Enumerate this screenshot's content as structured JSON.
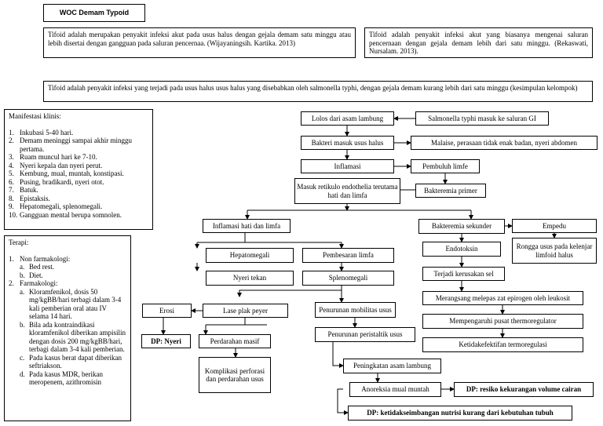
{
  "title": "WOC Demam Typoid",
  "definitions": {
    "def1": "Tifoid adalah merupakan penyakit infeksi akut pada usus halus  dengan gejala demam satu minggu atau lebih disertai dengan gangguan pada saluran pencernaa. (Wijayaningsih. Kartika. 2013)",
    "def2": "Tifoid adalah penyakit infeksi akut yang biasanya mengenai saluran pencernaan dengan gejala demam lebih dari satu minggu. (Rekaswati, Nursalam. 2013).",
    "conclusion": "Tifoid adalah penyakit infeksi yang terjadi pada usus halus  usus halus yang disebabkan oleh salmonella typhi,  dengan gejala demam kurang lebih dari satu minggu (kesimpulan kelompok)"
  },
  "manifestasi": {
    "heading": "Manifestasi klinis:",
    "items": [
      {
        "n": "1.",
        "t": "Inkubasi 5-40 hari."
      },
      {
        "n": "2.",
        "t": "Demam meninggi sampai akhir minggu pertama."
      },
      {
        "n": "3.",
        "t": "Ruam muncul hari ke 7-10."
      },
      {
        "n": "4.",
        "t": "Nyeri kepala dan nyeri perut."
      },
      {
        "n": "5.",
        "t": "Kembung, mual, muntah, konstipasi."
      },
      {
        "n": "6.",
        "t": "Pusing, bradikardi, nyeri otot."
      },
      {
        "n": "7.",
        "t": "Batuk."
      },
      {
        "n": "8.",
        "t": "Epistaksis."
      },
      {
        "n": "9.",
        "t": "Hepatomegali, splenomegali."
      },
      {
        "n": "10.",
        "t": "Gangguan mental berupa somnolen."
      }
    ]
  },
  "terapi": {
    "heading": "Terapi:",
    "n1": "1.",
    "non": "Non farmakologi:",
    "non_a_n": "a.",
    "non_a": "Bed rest.",
    "non_b_n": "b.",
    "non_b": "Diet.",
    "n2": "2.",
    "farm": "Farmakologi:",
    "fa_n": "a.",
    "fa": "Kloramfenikol, dosis 50 mg/kgBB/hari terbagi dalam 3-4 kali pemberian oral atau IV selama 14 hari.",
    "fb_n": "b.",
    "fb": "Bila ada kontraindikasi kloramfenikol diberikan ampisilin dengan dosis 200 mg/kgBB/hari, terbagi dalam 3-4 kali pemberian.",
    "fc_n": "c.",
    "fc": "Pada kasus berat dapat diberikan seftriakson.",
    "fd_n": "d.",
    "fd": "Pada kasus MDR, berikan meropenem, azithromisin"
  },
  "flow": {
    "salmonella": "Salmonella typhi masuk ke saluran GI",
    "lolos": "Lolos dari asam lambung",
    "bakteri": "Bakteri masuk usus halus",
    "malaise": "Malaise, perasaan tidak enak badan, nyeri abdomen",
    "inflamasi": "Inflamasi",
    "pembuluh": "Pembuluh limfe",
    "masuk": "Masuk retikulo endothelia terutama hati dan limfa",
    "bakteremia_primer": "Bakteremia primer",
    "inflamasi_hati": "Inflamasi hati dan limfa",
    "bakteremia_sekunder": "Bakteremia sekunder",
    "empedu": "Empedu",
    "rongga": "Rongga usus pada kelenjar limfoid halus",
    "endotoksin": "Endotoksin",
    "hepatomegali": "Hepatomegali",
    "pembesaran": "Pembesaran limfa",
    "nyeri_tekan": "Nyeri tekan",
    "splenomegali": "Splenomegali",
    "kerusakan": "Terjadi kerusakan sel",
    "merangsang": "Merangsang melepas zat epirogen oleh leukosit",
    "erosi": "Erosi",
    "lase": "Lase plak peyer",
    "penurunan_mobilitas": "Penurunan mobilitas usus",
    "mempengaruhi": "Mempengaruhi pusat thermoregulator",
    "dp_nyeri": "DP: Nyeri",
    "perdarahan": "Perdarahan masif",
    "penurunan_peristaltik": "Penurunan peristaltik usus",
    "ketidakefektifan": "Ketidakefektifan termoregulasi",
    "komplikasi": "Komplikasi perforasi dan perdarahan usus",
    "peningkatan": "Peningkatan asam lambung",
    "anoreksia": "Anoreksia mual muntah",
    "dp_resiko": "DP: resiko kekurangan volume cairan",
    "dp_nutrisi": "DP: ketidakseimbangan nutrisi kurang dari kebutuhan tubuh"
  }
}
